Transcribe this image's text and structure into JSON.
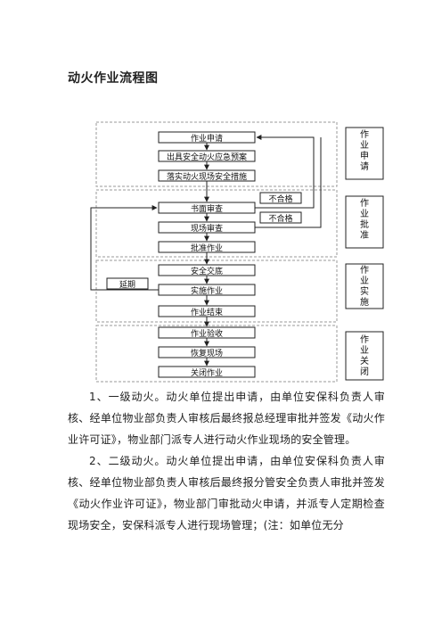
{
  "title": "动火作业流程图",
  "flow": {
    "steps": [
      "作业申请",
      "出具安全动火应急预案",
      "落实动火现场安全措施",
      "书面审查",
      "现场审查",
      "批准作业",
      "安全交底",
      "实施作业",
      "作业结束",
      "作业验收",
      "恢复现场",
      "关闭作业"
    ],
    "notes": {
      "reject1": "不合格",
      "reject2": "不合格",
      "extend": "延期"
    },
    "phases": [
      "作业申请",
      "作业批准",
      "作业实施",
      "作业关闭"
    ]
  },
  "paragraphs": [
    "1、一级动火。动火单位提出申请，由单位安保科负责人审核、经单位物业部负责人审核后最终报总经理审批并签发《动火作业许可证》，物业部门派专人进行动火作业现场的安全管理。",
    "2、二级动火。动火单位提出申请，由单位安保科负责人审核、经单位物业部负责人审核后最终报分管安全负责人审批并签发《动火作业许可证》，物业部门审批动火申请，并派专人定期检查现场安全，安保科派专人进行现场管理；(注：如单位无分"
  ]
}
